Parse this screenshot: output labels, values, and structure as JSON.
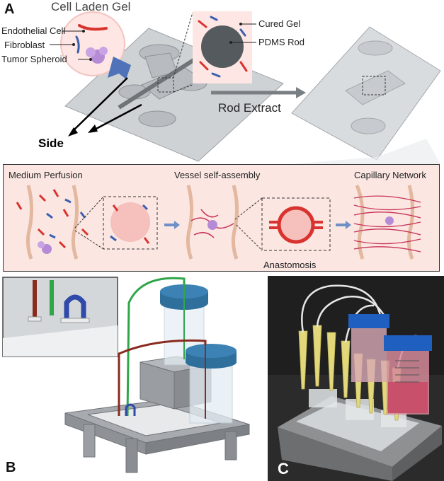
{
  "panel_a": {
    "letter": "A",
    "title": "Cell Laden Gel",
    "legend": {
      "endothelial": "Endothelial Cell",
      "fibroblast": "Fibroblast",
      "spheroid": "Tumor Spheroid"
    },
    "inset": {
      "cured_gel": "Cured Gel",
      "pdms_rod": "PDMS Rod"
    },
    "rod_extract": "Rod Extract",
    "side": "Side",
    "process": {
      "step1": "Medium Perfusion",
      "step2": "Vessel self-assembly",
      "step3": "Capillary Network",
      "anastomosis": "Anastomosis"
    }
  },
  "panel_b": {
    "letter": "B"
  },
  "panel_c": {
    "letter": "C"
  },
  "colors": {
    "endothelial": "#d8332e",
    "fibroblast": "#3b5fb0",
    "spheroid": "#b58bd6",
    "process_bg": "#fbe6e2",
    "cap_blue": "#2f6f9c",
    "tube_green": "#2fa64a",
    "tube_red": "#8a2a1f"
  }
}
